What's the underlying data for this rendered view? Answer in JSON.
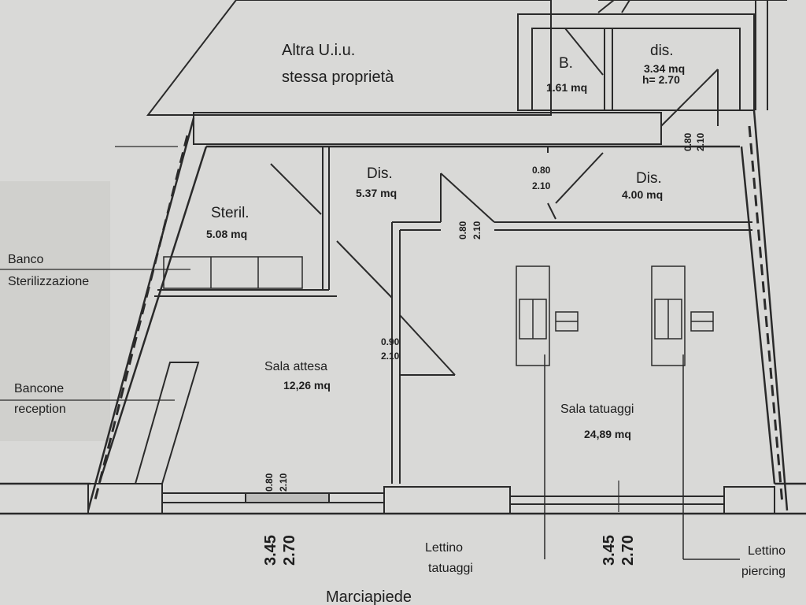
{
  "colors": {
    "paper": "#d9d9d7",
    "ink": "#1e1e1e",
    "wall": "#2a2a2a",
    "glare": "#cfcfcc"
  },
  "neighbor": {
    "line1": "Altra U.i.u.",
    "line2": "stessa proprietà"
  },
  "rooms": {
    "bath": {
      "name": "B.",
      "area": "1.61 mq"
    },
    "dis_top": {
      "name": "dis.",
      "area": "3.34 mq",
      "height": "h= 2.70"
    },
    "dis_left": {
      "name": "Dis.",
      "area": "5.37 mq"
    },
    "dis_right": {
      "name": "Dis.",
      "area": "4.00 mq"
    },
    "steril": {
      "name": "Steril.",
      "area": "5.08 mq"
    },
    "waiting": {
      "name": "Sala attesa",
      "area": "12,26 mq"
    },
    "tattoo": {
      "name": "Sala tatuaggi",
      "area": "24,89 mq"
    }
  },
  "doors": {
    "top_right": {
      "w": "0.80",
      "h": "2.10"
    },
    "dis_mid": {
      "w": "0.80",
      "h": "2.10"
    },
    "dis_left": {
      "w": "0.80",
      "h": "2.10"
    },
    "waiting_tattoo": {
      "w": "0.90",
      "h": "2.10"
    },
    "entrance": {
      "w": "0.80",
      "h": "2.10"
    }
  },
  "windows": {
    "left": {
      "w": "3.45",
      "h": "2.70"
    },
    "right": {
      "w": "3.45",
      "h": "2.70"
    }
  },
  "annotations": {
    "banco_line1": "Banco",
    "banco_line2": "Sterilizzazione",
    "bancone_line1": "Bancone",
    "bancone_line2": "reception",
    "lettino_tat_line1": "Lettino",
    "lettino_tat_line2": "tatuaggi",
    "lettino_pier_line1": "Lettino",
    "lettino_pier_line2": "piercing",
    "street": "Marciapiede"
  }
}
